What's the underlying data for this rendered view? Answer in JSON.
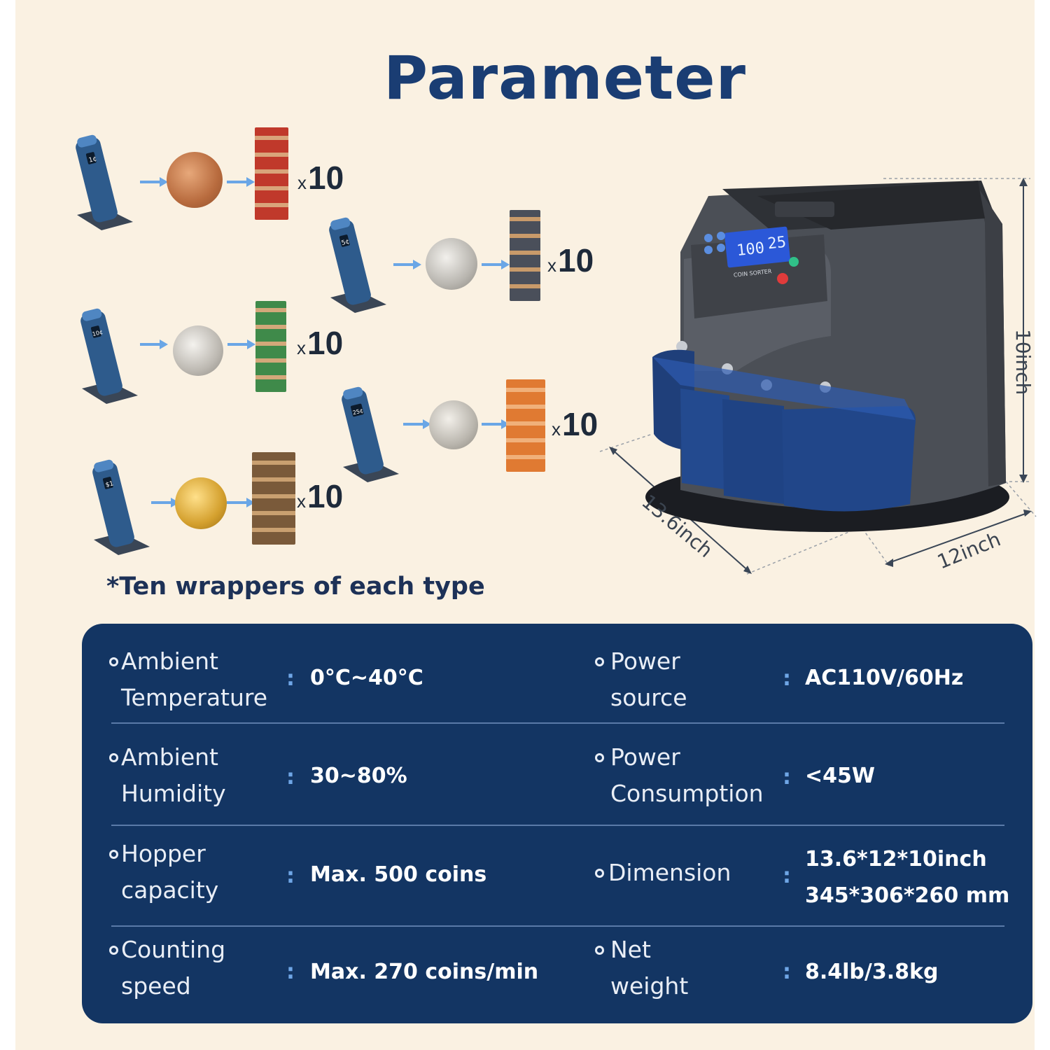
{
  "title": "Parameter",
  "coin_rows": [
    {
      "coin": "penny",
      "tube_label": "1¢",
      "multiplier": "10",
      "wrapper_color": "#c0392b"
    },
    {
      "coin": "nickel",
      "tube_label": "5¢",
      "multiplier": "10",
      "wrapper_color": "#4a4f5a"
    },
    {
      "coin": "dime",
      "tube_label": "10¢",
      "multiplier": "10",
      "wrapper_color": "#3f8a4a"
    },
    {
      "coin": "quarter",
      "tube_label": "25¢",
      "multiplier": "10",
      "wrapper_color": "#e07a32"
    },
    {
      "coin": "dollar",
      "tube_label": "$1",
      "multiplier": "10",
      "wrapper_color": "#7a5a3a"
    }
  ],
  "multiplier_prefix": "x",
  "note": "*Ten wrappers of each type",
  "machine": {
    "display_left": "100",
    "display_right": "25",
    "brand": "COIN SORTER",
    "dim_height": "10inch",
    "dim_depth": "13.6inch",
    "dim_width": "12inch"
  },
  "specs": {
    "colon": ":",
    "rows": [
      {
        "left_label_1": "Ambient",
        "left_label_2": "Temperature",
        "left_value": "0°C~40°C",
        "right_label_1": "Power",
        "right_label_2": "source",
        "right_value": "AC110V/60Hz"
      },
      {
        "left_label_1": "Ambient",
        "left_label_2": "Humidity",
        "left_value": "30~80%",
        "right_label_1": "Power",
        "right_label_2": "Consumption",
        "right_value": "<45W"
      },
      {
        "left_label_1": "Hopper",
        "left_label_2": "capacity",
        "left_value": "Max. 500 coins",
        "right_label_1": "Dimension",
        "right_value_1": "13.6*12*10inch",
        "right_value_2": "345*306*260 mm"
      },
      {
        "left_label_1": "Counting",
        "left_label_2": "speed",
        "left_value": "Max. 270 coins/min",
        "right_label_1": "Net",
        "right_label_2": "weight",
        "right_value": "8.4lb/3.8kg"
      }
    ]
  },
  "colors": {
    "background": "#faf1e2",
    "title": "#1a3d73",
    "table_bg": "#133563",
    "accent": "#6fa6e6",
    "machine_body": "#4b4f56",
    "tray_blue": "#1f3f7a"
  }
}
